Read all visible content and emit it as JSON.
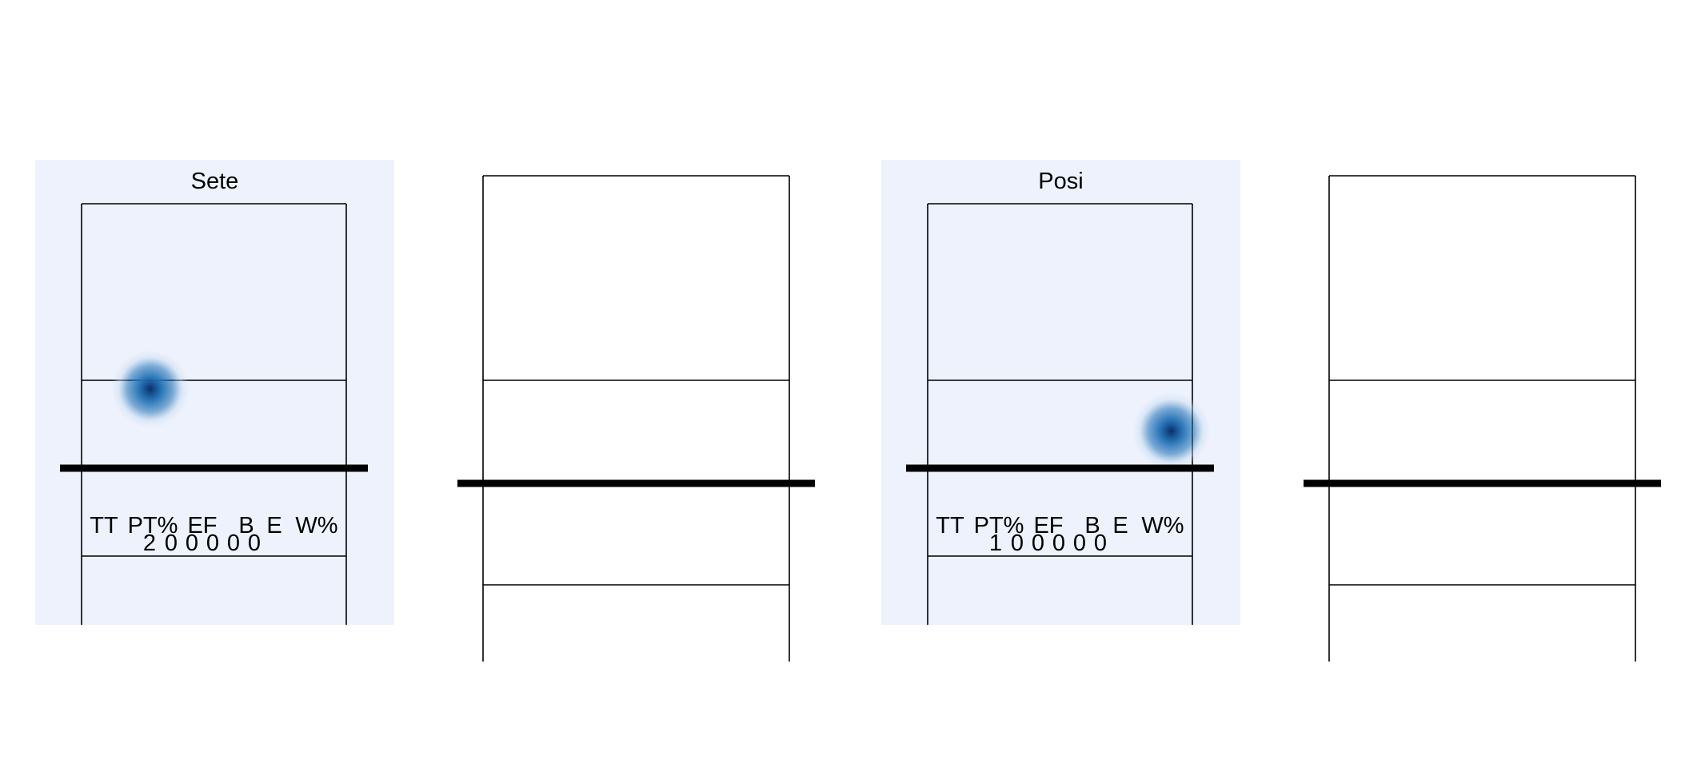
{
  "chart_data": {
    "type": "heatmap",
    "colors": {
      "panel_background": "#edf2fd",
      "density_core": "#08306b",
      "density_mid": "#2171b5",
      "density_edge": "#c6dbef",
      "court_line": "#000000"
    },
    "stat_headers": [
      "TT",
      "PT%",
      "EF",
      "B",
      "E",
      "W%"
    ],
    "panels": [
      {
        "title": "Sete",
        "background": true,
        "court": "attack",
        "density": {
          "x": 0.26,
          "y": 0.44,
          "spread": 0.055
        },
        "stats": [
          "2",
          "0",
          "0",
          "0",
          "0",
          "0"
        ]
      },
      {
        "title": "",
        "background": false,
        "court": "receive",
        "density": null,
        "stats": []
      },
      {
        "title": "Posi",
        "background": true,
        "court": "attack",
        "density": {
          "x": 0.92,
          "y": 0.54,
          "spread": 0.055
        },
        "stats": [
          "1",
          "0",
          "0",
          "0",
          "0",
          "0"
        ]
      },
      {
        "title": "",
        "background": false,
        "court": "receive",
        "density": null,
        "stats": []
      }
    ]
  }
}
